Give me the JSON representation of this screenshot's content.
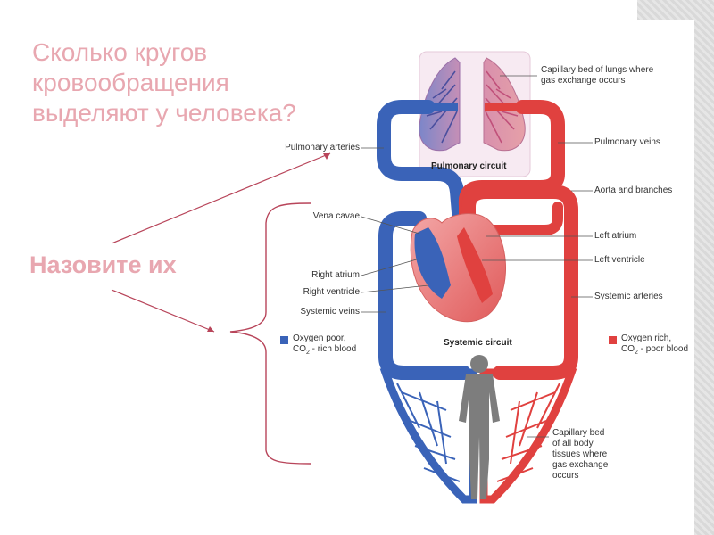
{
  "slide": {
    "question_lines": [
      "Сколько кругов",
      "кровообращения",
      "выделяют у человека?"
    ],
    "prompt": "Назовите их"
  },
  "diagram": {
    "labels": {
      "capillary_lungs": [
        "Capillary bed of lungs where",
        "gas exchange occurs"
      ],
      "pulmonary_arteries": "Pulmonary arteries",
      "pulmonary_veins": "Pulmonary veins",
      "pulmonary_circuit": "Pulmonary circuit",
      "aorta": "Aorta and branches",
      "vena_cavae": "Vena cavae",
      "left_atrium": "Left atrium",
      "left_ventricle": "Left ventricle",
      "right_atrium": "Right atrium",
      "right_ventricle": "Right ventricle",
      "systemic_arteries": "Systemic arteries",
      "systemic_veins": "Systemic veins",
      "systemic_circuit": "Systemic circuit",
      "capillary_body": [
        "Capillary bed",
        "of all body",
        "tissues where",
        "gas exchange",
        "occurs"
      ]
    },
    "legend": {
      "poor": {
        "line1": "Oxygen poor,",
        "line2_a": "CO",
        "line2_sub": "2",
        "line2_b": " - rich blood",
        "color": "#3a63b8"
      },
      "rich": {
        "line1": "Oxygen rich,",
        "line2_a": "CO",
        "line2_sub": "2",
        "line2_b": " - poor blood",
        "color": "#e0413f"
      }
    },
    "colors": {
      "blue": "#3a63b8",
      "red": "#e0413f",
      "accent_pink": "#e8a7b0",
      "arrow": "#b8455a"
    }
  }
}
